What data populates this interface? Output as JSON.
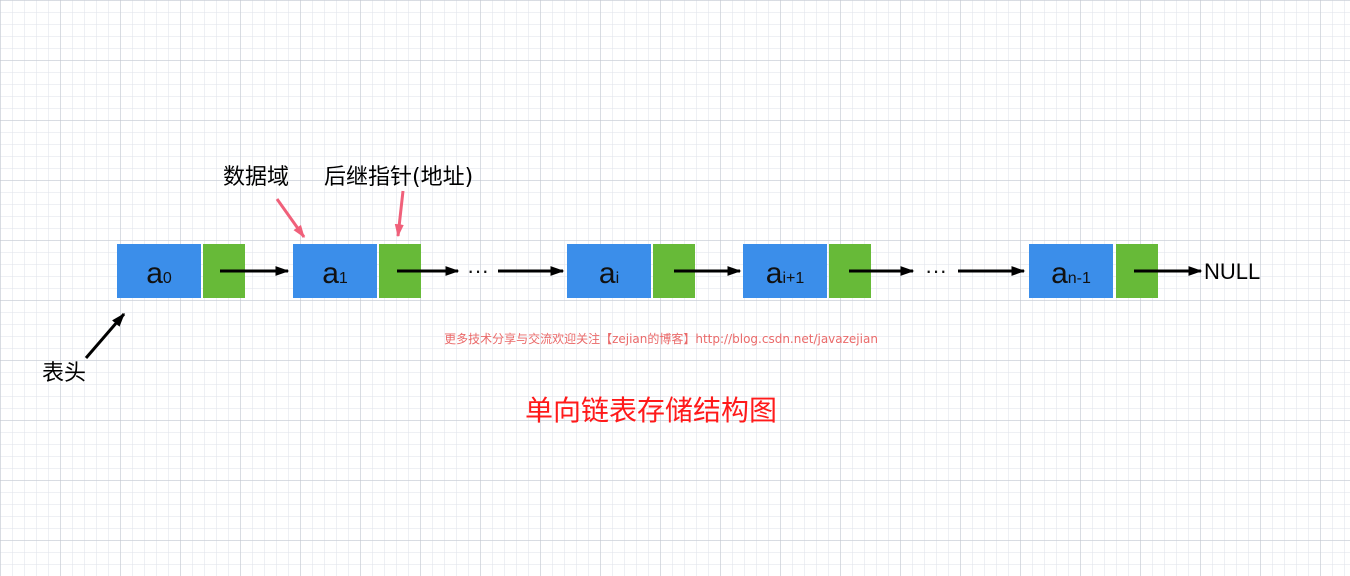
{
  "labels": {
    "data_field": "数据域",
    "next_pointer": "后继指针(地址)",
    "head": "表头",
    "ellipsis": "···",
    "null": "NULL"
  },
  "nodes": [
    {
      "base": "a",
      "sub": "0"
    },
    {
      "base": "a",
      "sub": "1"
    },
    {
      "base": "a",
      "sub": "i"
    },
    {
      "base": "a",
      "sub": "i+1"
    },
    {
      "base": "a",
      "sub": "n-1"
    }
  ],
  "watermark": "更多技术分享与交流欢迎关注【zejian的博客】http://blog.csdn.net/javazejian",
  "caption": "单向链表存储结构图",
  "colors": {
    "data_field": "#3b8eea",
    "pointer_field": "#67ba38",
    "arrow": "#000000",
    "callout_arrow": "#f0607a",
    "caption": "#ff1a1a",
    "watermark": "#ea6a6a"
  }
}
